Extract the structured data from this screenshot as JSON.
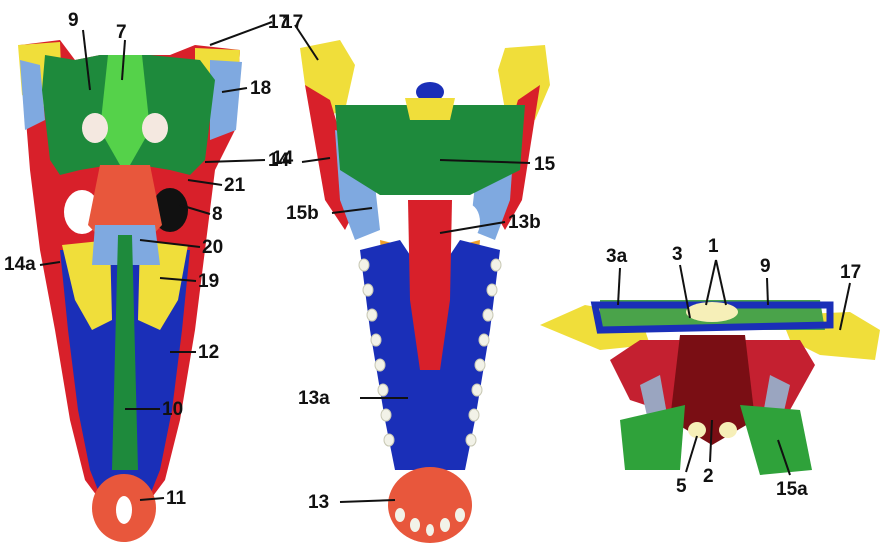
{
  "image": {
    "background": "#ffffff",
    "subject": "colour-coded crocodilian skull bones in dorsal, ventral and posterior views",
    "palette": {
      "nasal_frontal_dark_green": "#1e8a3c",
      "bright_green": "#55d24a",
      "premaxilla_red": "#e8573c",
      "maxilla_blue": "#1a2fb8",
      "light_blue": "#7fa9e0",
      "yellow": "#f0de3a",
      "red": "#d8202a",
      "dark_red": "#7a0e14",
      "white": "#f2f2e8"
    }
  },
  "views": [
    {
      "name": "dorsal",
      "labels": [
        "9",
        "7",
        "17",
        "18",
        "14",
        "21",
        "8",
        "20",
        "14a",
        "19",
        "12",
        "10",
        "11"
      ]
    },
    {
      "name": "ventral",
      "labels": [
        "17",
        "14",
        "15",
        "15b",
        "13b",
        "13a",
        "13"
      ]
    },
    {
      "name": "posterior",
      "labels": [
        "3a",
        "3",
        "1",
        "9",
        "17",
        "2",
        "5",
        "15a"
      ]
    }
  ]
}
